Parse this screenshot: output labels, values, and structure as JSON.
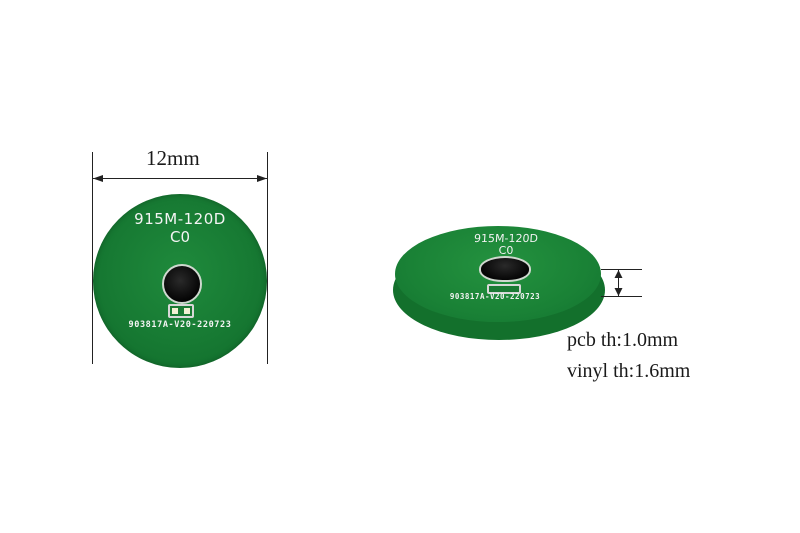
{
  "front_view": {
    "width_label": "12mm",
    "model": "915M-120D",
    "revision": "C0",
    "serial": "903817A-V20-220723",
    "colors": {
      "pcb": "#177a33",
      "silkscreen": "#f4f4f4",
      "chip": "#0a0a0a"
    }
  },
  "side_view": {
    "model": "915M-120D",
    "revision": "C0",
    "serial": "903817A-V20-220723"
  },
  "specs": {
    "pcb_thickness": "pcb th:1.0mm",
    "vinyl_thickness": "vinyl th:1.6mm"
  }
}
